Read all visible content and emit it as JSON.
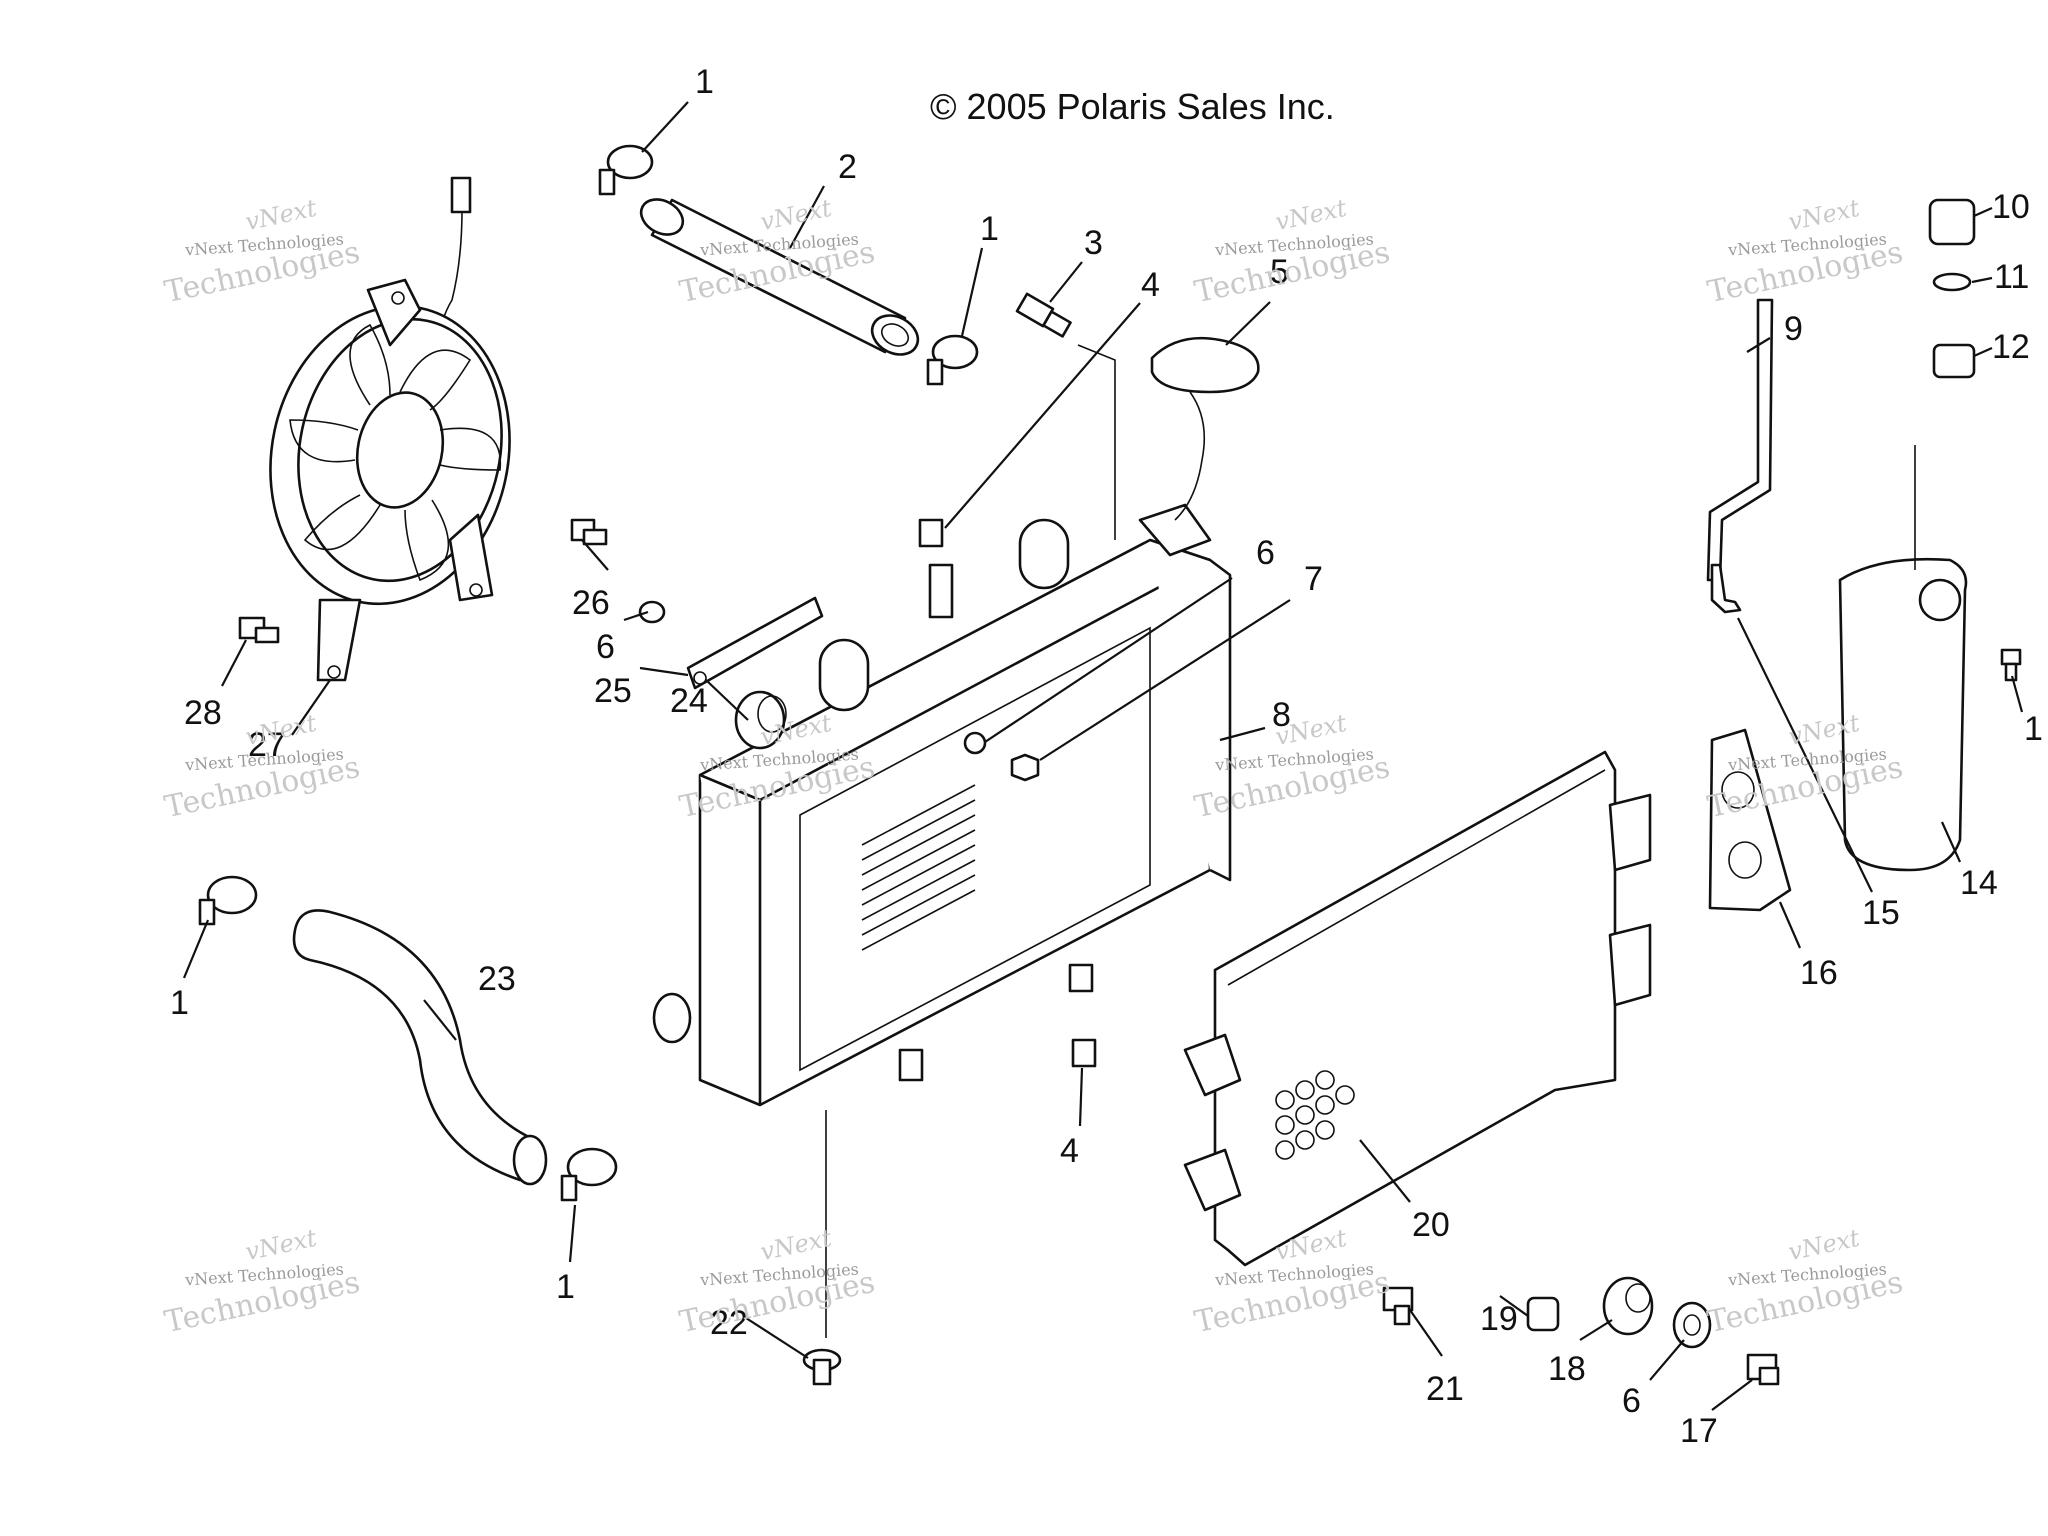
{
  "copyright": "© 2005 Polaris Sales Inc.",
  "watermark": {
    "line1": "vNext",
    "line2": "vNext Technologies",
    "line3": "Technologies"
  },
  "callouts": {
    "c1a": "1",
    "c1b": "1",
    "c1c": "1",
    "c1d": "1",
    "c1e": "1",
    "c2": "2",
    "c3": "3",
    "c4a": "4",
    "c4b": "4",
    "c5": "5",
    "c6a": "6",
    "c6b": "6",
    "c6c": "6",
    "c7": "7",
    "c8": "8",
    "c9": "9",
    "c10": "10",
    "c11": "11",
    "c12": "12",
    "c14": "14",
    "c15": "15",
    "c16": "16",
    "c17": "17",
    "c18": "18",
    "c19": "19",
    "c20": "20",
    "c21": "21",
    "c22": "22",
    "c23": "23",
    "c24": "24",
    "c25": "25",
    "c26": "26",
    "c27": "27",
    "c28": "28"
  }
}
